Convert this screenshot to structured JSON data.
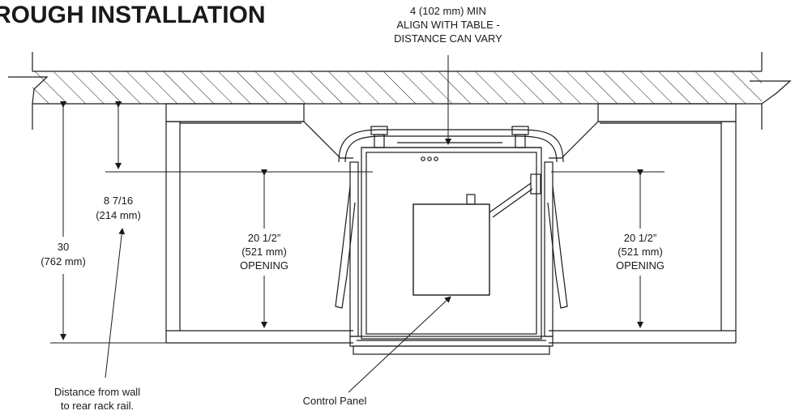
{
  "title": "ROUGH INSTALLATION",
  "top_note": {
    "line1": "4 (102 mm) MIN",
    "line2": "ALIGN WITH TABLE -",
    "line3": "DISTANCE CAN VARY"
  },
  "dim_rack": {
    "line1": "8 7/16",
    "line2": "(214 mm)"
  },
  "dim_height": {
    "line1": "30",
    "line2": "(762 mm)"
  },
  "opening_left": {
    "line1": "20 1/2”",
    "line2": "(521 mm)",
    "line3": "OPENING"
  },
  "opening_right": {
    "line1": "20 1/2”",
    "line2": "(521 mm)",
    "line3": "OPENING"
  },
  "callout_rack": {
    "line1": "Distance from wall",
    "line2": "to rear rack rail."
  },
  "callout_panel": {
    "line1": "Control Panel"
  },
  "colors": {
    "line": "#1a1a1a",
    "panel_fill": "#ffffff",
    "background": "#ffffff"
  }
}
